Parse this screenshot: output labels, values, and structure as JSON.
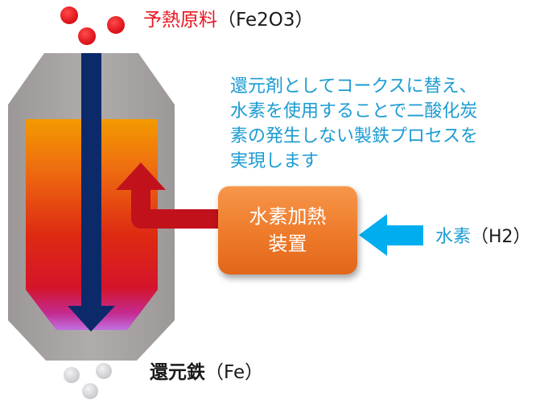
{
  "feed": {
    "label": "予熱原料",
    "formula": "（Fe2O3）",
    "dot_color": "#e8141e"
  },
  "description": {
    "lines": [
      "還元剤としてコークスに替え、",
      "水素を使用することで二酸化炭",
      "素の発生しない製鉄プロセスを",
      "実現します"
    ],
    "color": "#1b9bd2"
  },
  "heater": {
    "lines": [
      "水素加熱",
      "装置"
    ],
    "color": "#ee7a2a"
  },
  "hydrogen": {
    "label": "水素",
    "formula": "（H2）",
    "arrow_color": "#00aeef"
  },
  "product": {
    "label": "還元鉄",
    "formula": "（Fe）",
    "dot_color": "#d8d8dc"
  },
  "colors": {
    "furnace_shell": "#a8a4a4",
    "central_arrow": "#0c2a6a",
    "gas_arrow": "#c1121c"
  }
}
